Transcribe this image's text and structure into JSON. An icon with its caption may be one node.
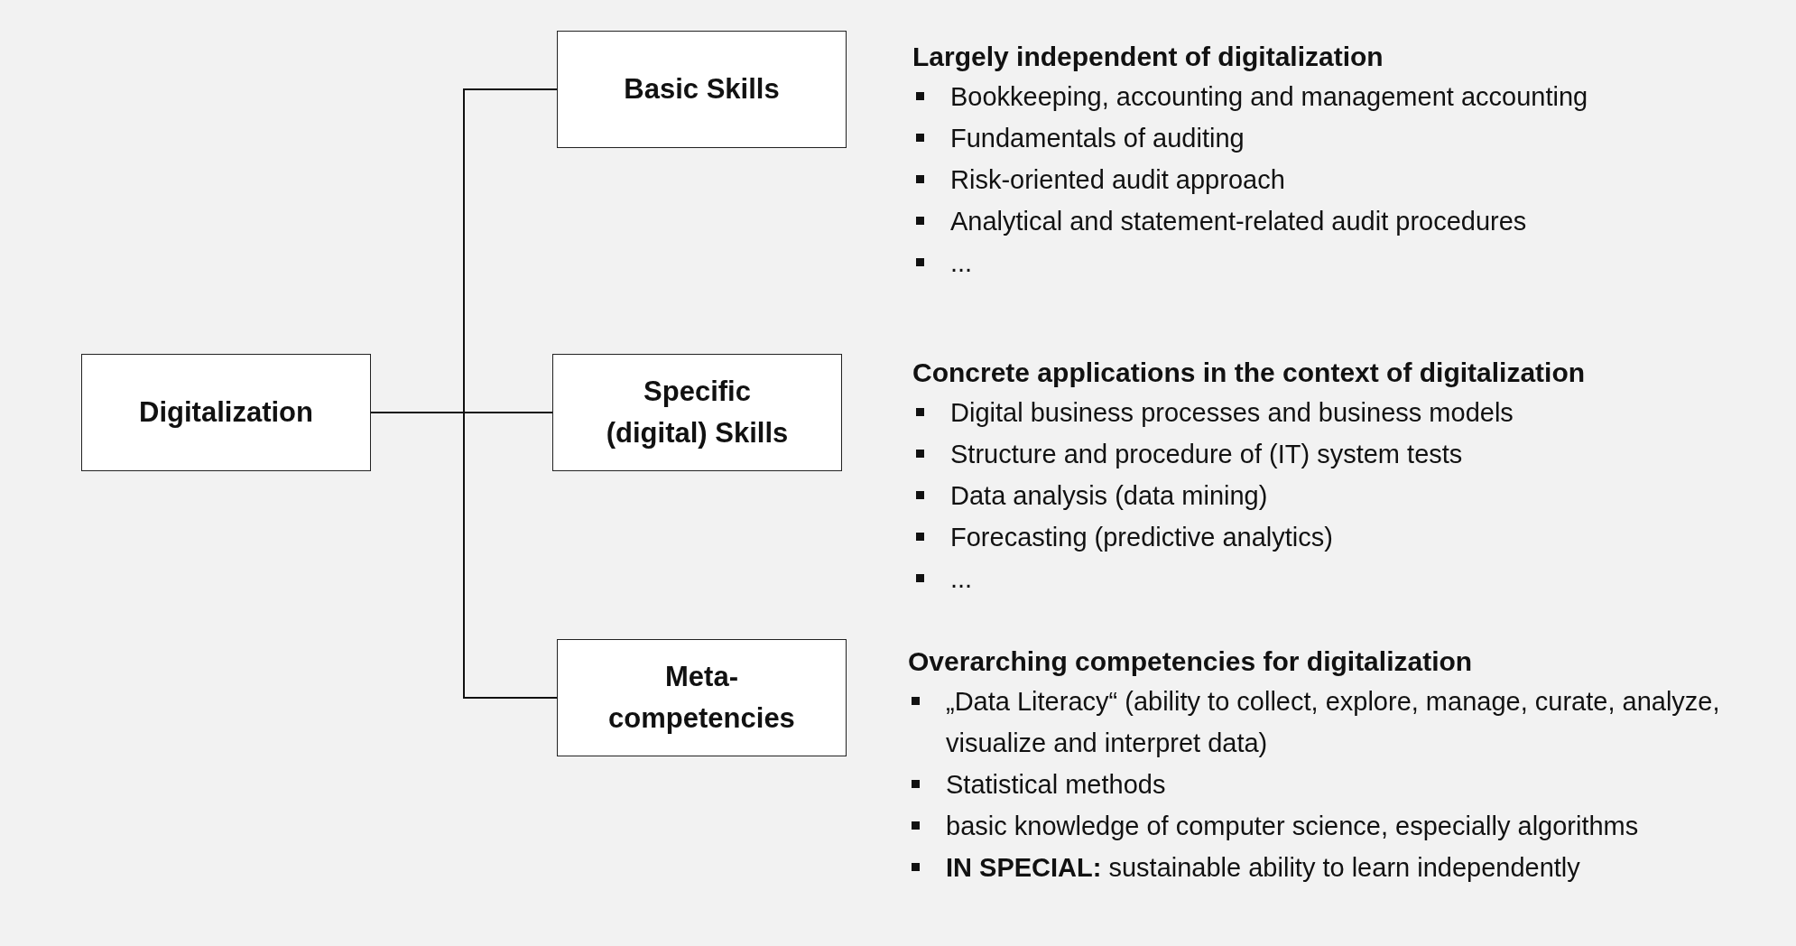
{
  "diagram": {
    "nodes": [
      {
        "text": [
          "Digitalization"
        ]
      },
      {
        "text": [
          "Basic Skills"
        ],
        "beside": [
          "Largely independent of digitalization",
          "Bookkeeping, accounting and management accounting",
          "Fundamentals of auditing",
          "Risk-oriented audit approach",
          "Analytical and statement-related audit procedures",
          "..."
        ]
      },
      {
        "text": [
          "Specific (digital) Skills"
        ],
        "beside": [
          "Concrete applications in the context of digitalization",
          "Digital business processes and business models",
          "Structure and procedure of (IT) system tests",
          "Data analysis (data mining)",
          "Forecasting (predictive analytics)",
          "..."
        ]
      },
      {
        "text": [
          "Meta-competencies"
        ],
        "beside": [
          "Overarching competencies for digitalization",
          "„Data Literacy“ (ability to collect, explore, manage, curate, analyze, visualize and interpret data)",
          "Statistical methods",
          "basic knowledge of computer science, especially algorithms",
          "**IN SPECIAL:** sustainable ability to learn independently"
        ]
      }
    ],
    "edges": [
      {
        "from": 0,
        "to": 1,
        "arrow": "none"
      },
      {
        "from": 0,
        "to": 2,
        "arrow": "none"
      },
      {
        "from": 0,
        "to": 3,
        "arrow": "none"
      }
    ]
  }
}
